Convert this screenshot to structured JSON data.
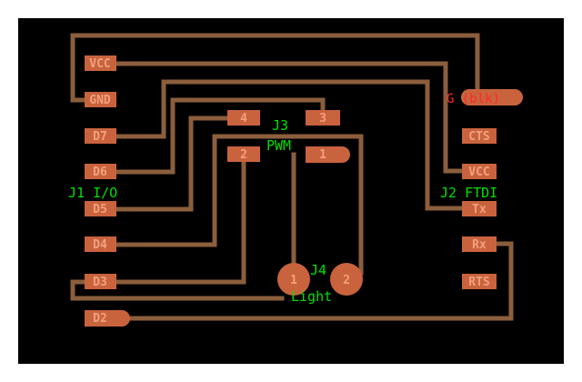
{
  "board": {
    "background": "#000000",
    "trace_color": "#8b5e3c",
    "pad_color": "#c9633e",
    "pad_text_color": "#f2a07e",
    "label_color": "#00e000",
    "gnd_label_color": "#ff2a2a"
  },
  "components": {
    "j1": {
      "label": "J1 I/O",
      "pins": [
        "VCC",
        "GND",
        "D7",
        "D6",
        "D5",
        "D4",
        "D3",
        "D2"
      ]
    },
    "j2": {
      "label": "J2 FTDI",
      "gnd_pin": "G (blk)",
      "pins": [
        "CTS",
        "VCC",
        "Tx",
        "Rx",
        "RTS"
      ]
    },
    "j3": {
      "label": "J3",
      "sublabel": "PWM",
      "pins": [
        "4",
        "3",
        "2",
        "1"
      ]
    },
    "j4": {
      "label": "J4",
      "sublabel": "Light",
      "pins": [
        "1",
        "2"
      ]
    }
  }
}
